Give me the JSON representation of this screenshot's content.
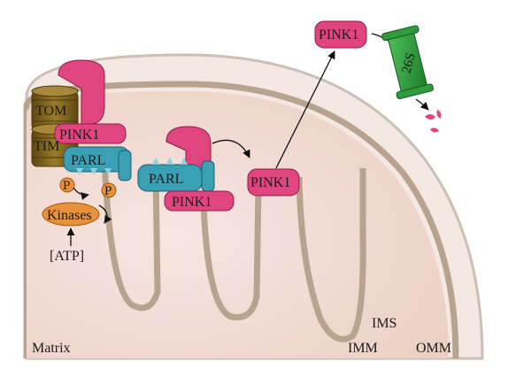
{
  "labels": {
    "tom": "TOM",
    "tim": "TIM",
    "pink1_import": "PINK1",
    "parl_import": "PARL",
    "p_left": "P",
    "p_right": "P",
    "kinases": "Kinases",
    "atp": "[ATP]",
    "parl_cleave": "PARL",
    "pink1_cleave": "PINK1",
    "pink1_ims": "PINK1",
    "pink1_cytosol": "PINK1",
    "proteasome": "26S",
    "ims": "IMS",
    "imm": "IMM",
    "omm": "OMM",
    "matrix": "Matrix"
  },
  "colors": {
    "pink1": "#e0457f",
    "parl": "#3aa0b3",
    "tom_tim": "#8a6a1f",
    "kinase": "#e8913a",
    "proteasome": "#2e9c3c",
    "membrane": "#b8a48e",
    "matrix_fill": "#f3ddd5",
    "ims_fill": "#f7eee8"
  }
}
